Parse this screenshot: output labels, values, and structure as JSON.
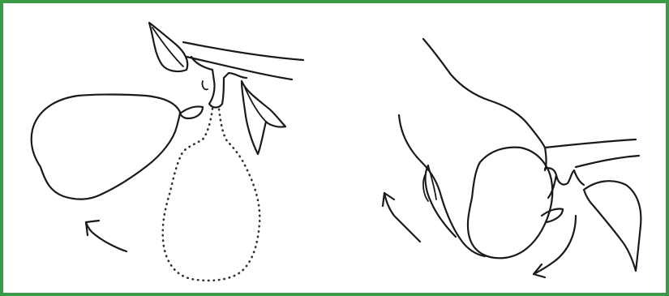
{
  "figure": {
    "border_color": "#3a9a48",
    "line_color": "#1a1a1a",
    "background": "#ffffff",
    "panels": [
      {
        "id": "left",
        "elements": [
          "pear-fruit-raised",
          "pear-fruit-hanging-dotted",
          "branch",
          "leaf",
          "leaf",
          "curved-arrow"
        ]
      },
      {
        "id": "right",
        "elements": [
          "hand",
          "fruit-cupped",
          "branch",
          "leaf",
          "curved-arrow",
          "curved-arrow"
        ]
      }
    ]
  }
}
